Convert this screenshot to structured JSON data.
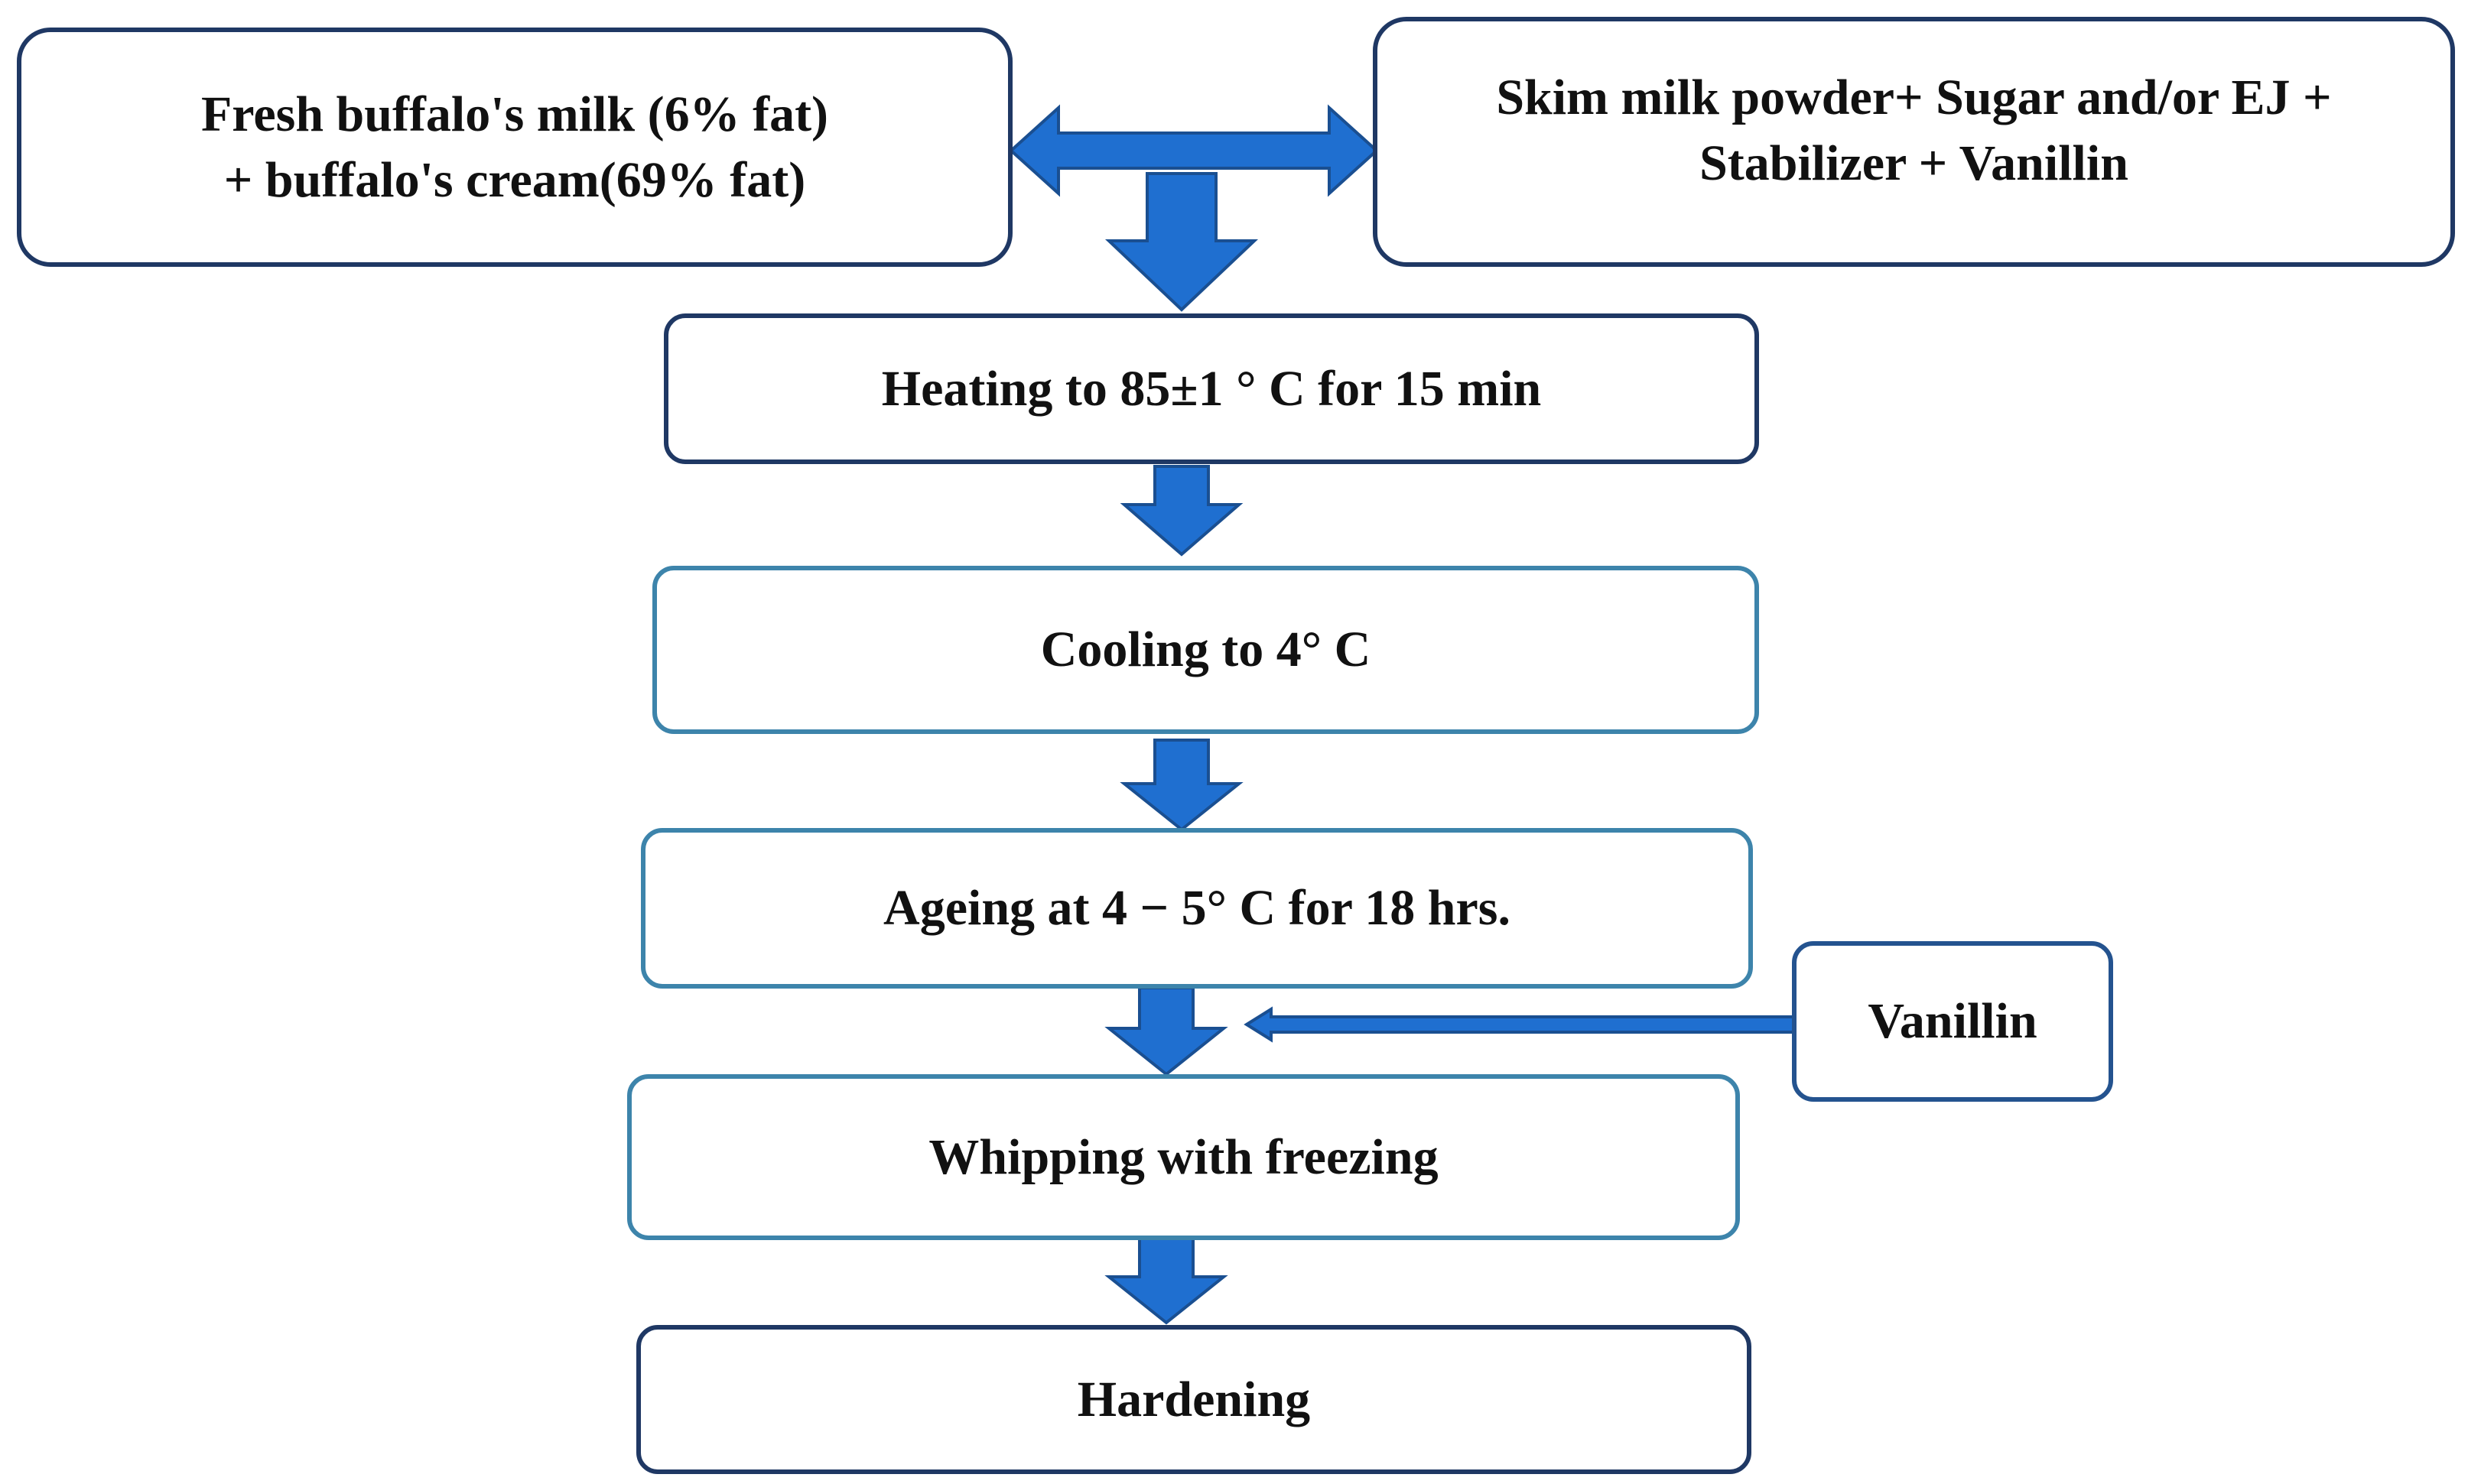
{
  "colors": {
    "arrow_fill": "#1f6fd0",
    "arrow_stroke": "#1a4f91",
    "box_border_dark": "#1f3864",
    "box_border_light": "#3d84ab",
    "text": "#111111"
  },
  "inputs": {
    "milk_line1": "Fresh buffalo's milk (6% fat)",
    "milk_line2": "+ buffalo's cream(69% fat)",
    "additives_line1": "Skim milk powder+ Sugar and/or EJ +",
    "additives_line2": "Stabilizer + Vanillin"
  },
  "steps": {
    "heating": "Heating to 85±1 ° C for 15 min",
    "cooling": "Cooling to 4° C",
    "ageing": "Ageing at 4 − 5° C for 18 hrs.",
    "whipping": "Whipping with freezing",
    "hardening": "Hardening"
  },
  "side_input": {
    "vanillin": "Vanillin"
  }
}
